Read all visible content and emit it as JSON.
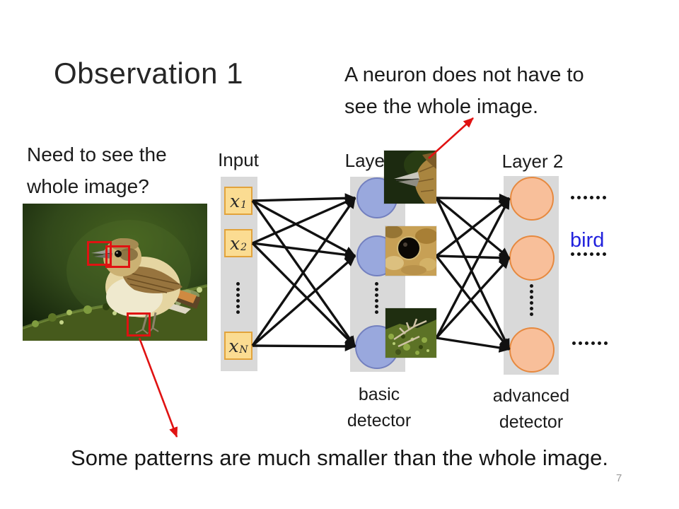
{
  "slide": {
    "title": "Observation 1",
    "page_number": "7",
    "note_top_right": [
      "A neuron does not have to",
      "see the whole image."
    ],
    "question_left": [
      "Need to see the",
      "whole image?"
    ],
    "note_bottom": "Some patterns are much smaller than the whole image."
  },
  "network": {
    "input_label": "Input",
    "layer1_label": "Layer 1",
    "layer2_label": "Layer 2",
    "nodes": [
      {
        "base": "x",
        "sub": "1"
      },
      {
        "base": "x",
        "sub": "2"
      },
      {
        "base": "x",
        "sub": "N"
      }
    ],
    "basic_detector": [
      "basic",
      "detector"
    ],
    "advanced_detector": [
      "advanced",
      "detector"
    ],
    "output_label": "bird",
    "ellipsis": "......"
  },
  "images": {
    "bird_photo": "small bird perched on mossy branch, dark green background, red boxes marking beak, eye and feet patterns",
    "patch_beak": "zoomed patch of bird beak on dark green background",
    "patch_eye": "zoomed patch of bird eye on tan feathers",
    "patch_feet": "zoomed patch of bird feet on mossy branch"
  },
  "colors": {
    "column_bg": "#d9d9d9",
    "input_node_fill": "#fbdc92",
    "input_node_border": "#e2a33b",
    "layer1_node_fill": "#99a8dd",
    "layer1_node_border": "#7380bf",
    "layer2_node_fill": "#f8bf9a",
    "layer2_node_border": "#e6893f",
    "edge_black": "#111111",
    "accent_red": "#e01212",
    "output_label_blue": "#2222dd",
    "page_number_gray": "#9a9a9a"
  }
}
